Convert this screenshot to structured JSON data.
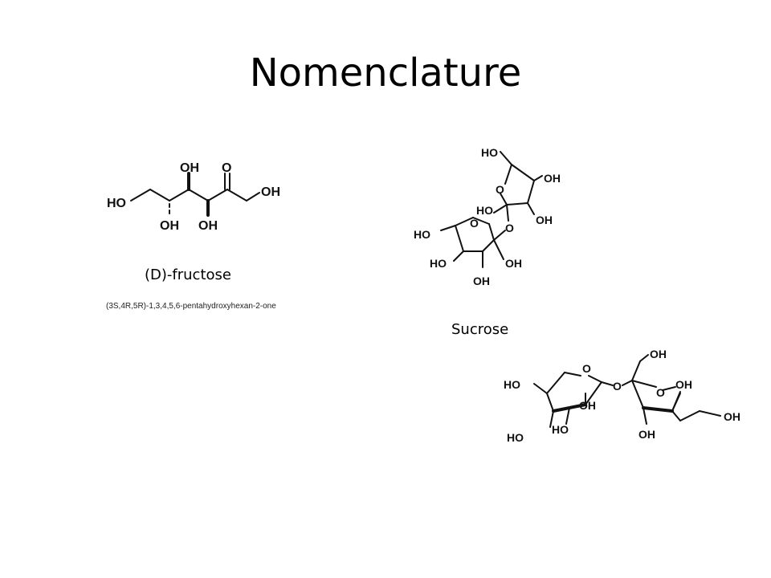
{
  "slide": {
    "title": "Nomenclature"
  },
  "fructose": {
    "caption": "(D)-fructose",
    "iupac": "(3S,4R,5R)-1,3,4,5,6-pentahydroxyhexan-2-one",
    "labels": {
      "ho_left": "HO",
      "oh_top": "OH",
      "o_carbonyl": "O",
      "oh_right": "OH",
      "oh_bottom_a": "OH",
      "oh_bottom_b": "OH"
    }
  },
  "sucrose": {
    "caption": "Sucrose",
    "labels1": {
      "ho_top": "HO",
      "oh_furan_r": "OH",
      "o_ring_f": "O",
      "ho_mid": "HO",
      "oh_furan_b": "OH",
      "o_link": "O",
      "ho_glc": "HO",
      "o_ring_g": "O",
      "ho_glc_b": "HO",
      "oh_glc_r": "OH",
      "oh_glc_bottom": "OH"
    },
    "labels2": {
      "oh_top": "OH",
      "o_ring_g": "O",
      "ho_left": "HO",
      "o_link": "O",
      "o_ring_f": "O",
      "oh_f_top": "OH",
      "oh_g": "OH",
      "oh_right": "OH",
      "ho_g_b1": "HO",
      "ho_g_b2": "HO",
      "oh_f_bottom": "OH"
    }
  }
}
